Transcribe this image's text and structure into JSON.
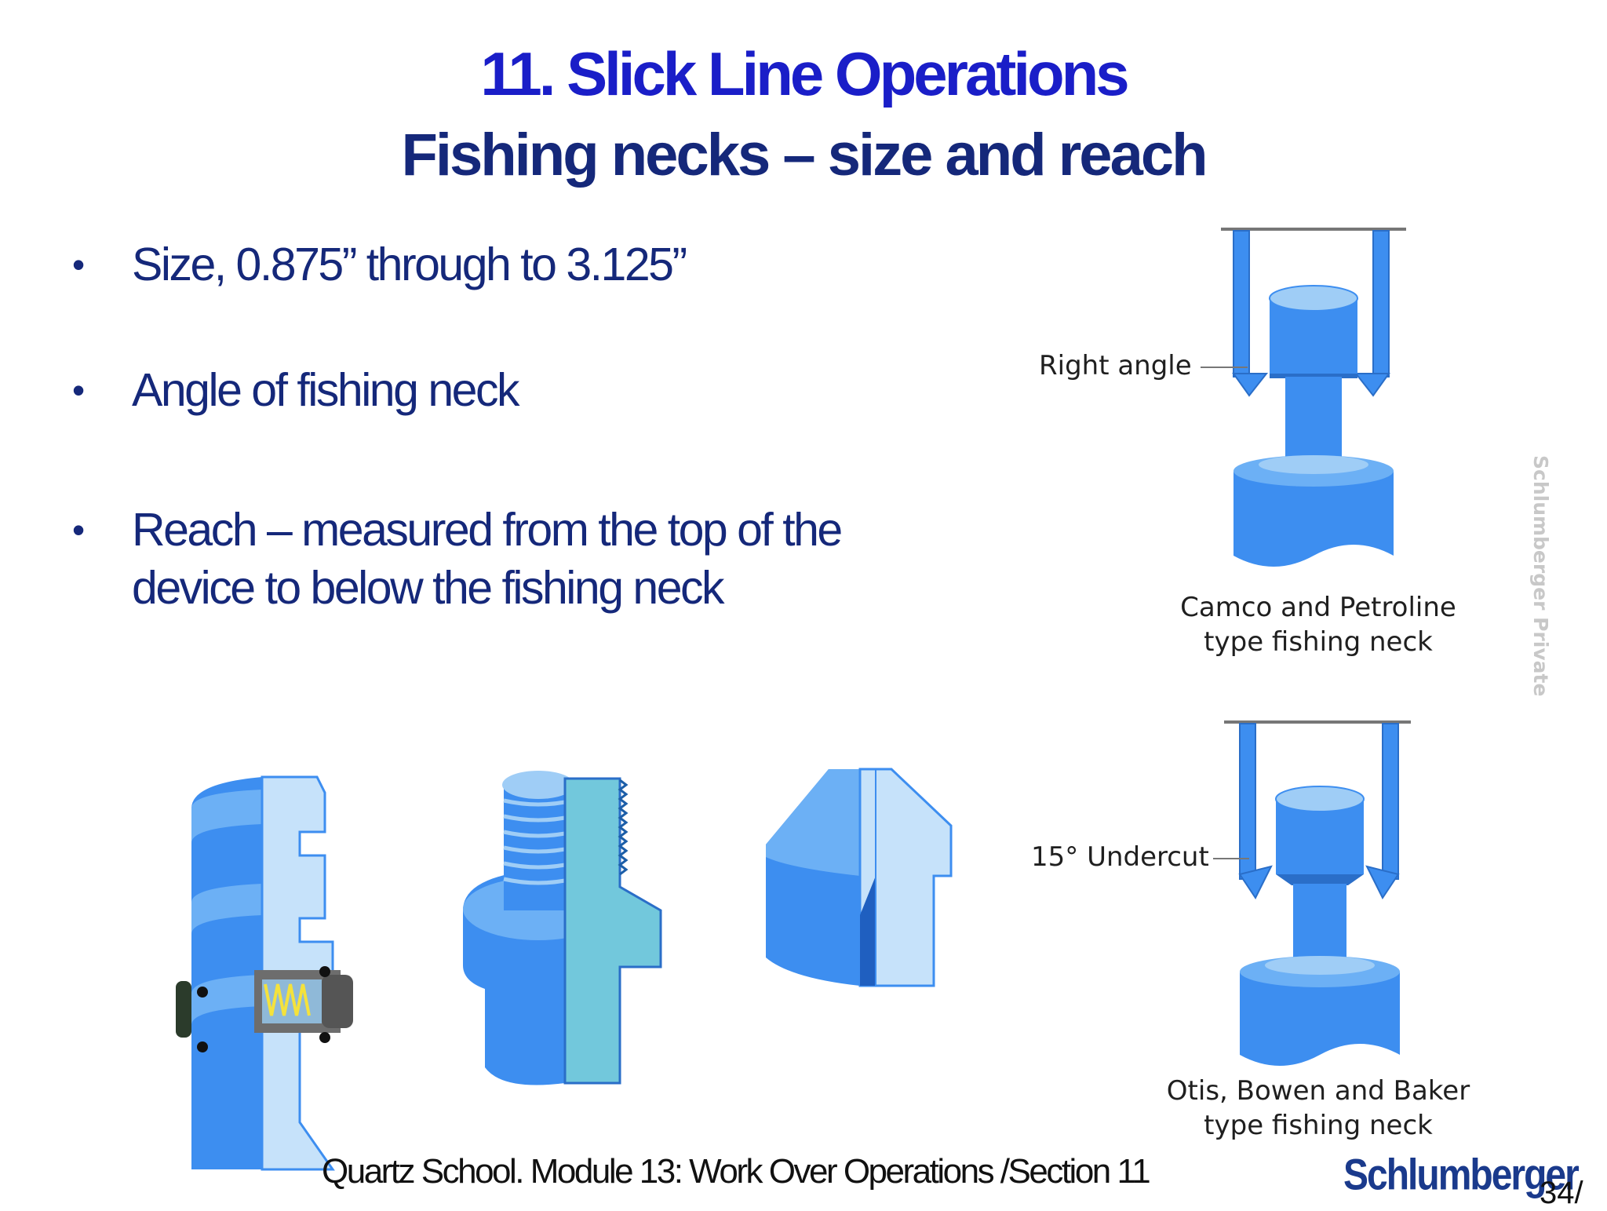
{
  "slide": {
    "title": "11. Slick Line Operations",
    "subtitle": "Fishing necks – size and reach",
    "bullets": [
      "Size, 0.875” through to 3.125”",
      "Angle of fishing neck",
      "Reach – measured from the top of the",
      "device to below the fishing neck"
    ],
    "bullet_marker": "•"
  },
  "diagrams": {
    "top_label": "Right angle",
    "top_caption_line1": "Camco and Petroline",
    "top_caption_line2": "type fishing neck",
    "bottom_label": "15° Undercut",
    "bottom_caption_line1": "Otis, Bowen and Baker",
    "bottom_caption_line2": "type fishing neck"
  },
  "footer": {
    "text": "Quartz School.  Module 13: Work Over Operations /Section 11",
    "brand": "Schlumberger",
    "page_number": "34/",
    "classification": "Schlumberger Private"
  },
  "colors": {
    "title": "#1a1ec8",
    "body_text": "#15287a",
    "part_blue": "#3d8ef0",
    "part_light": "#c6e2fa",
    "part_teal": "#72c8dc"
  }
}
